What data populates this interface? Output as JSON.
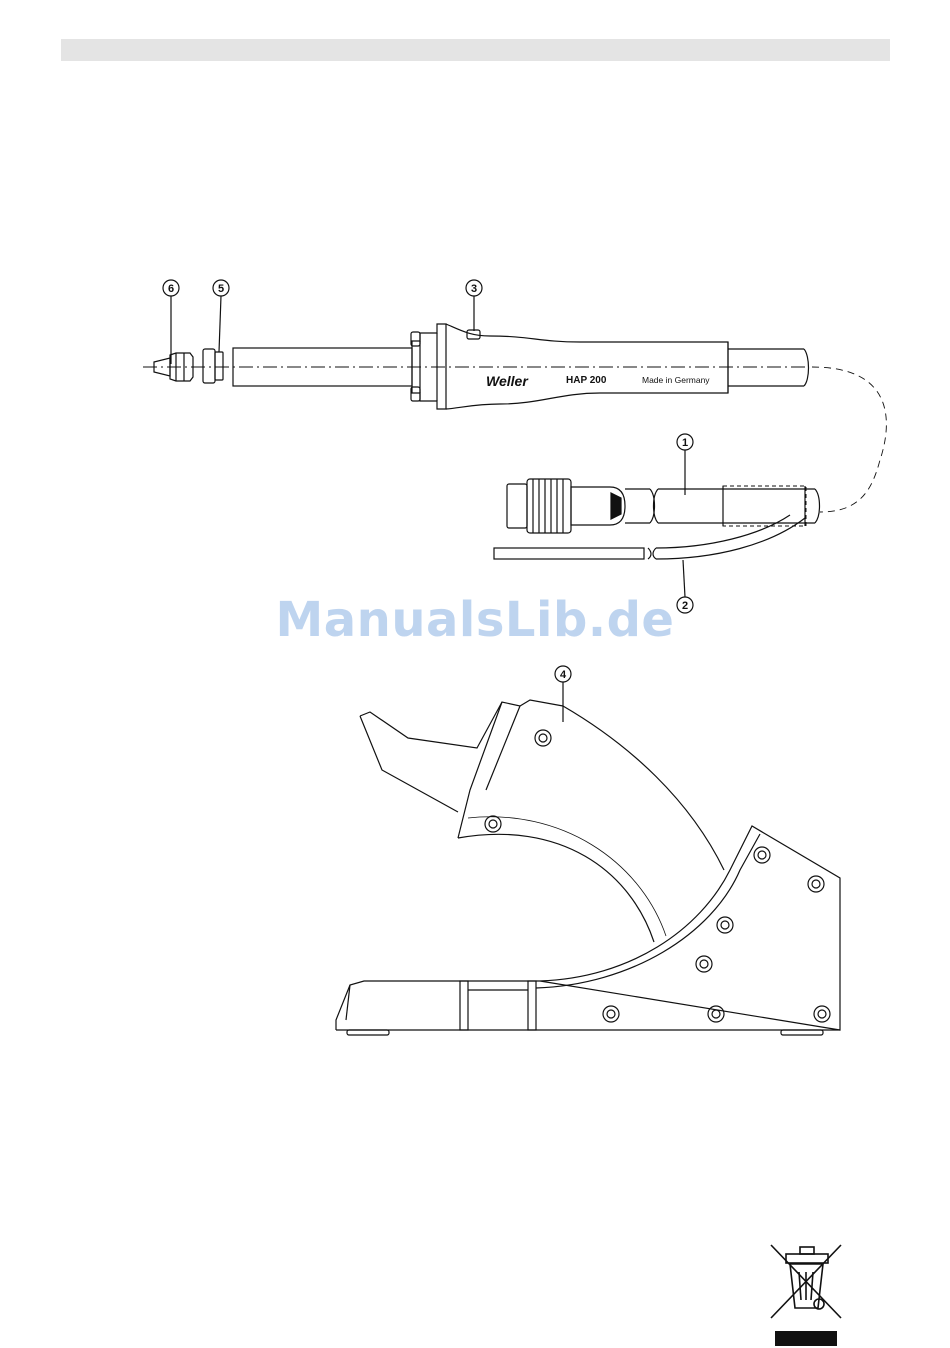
{
  "callouts": {
    "c1": "1",
    "c2": "2",
    "c3": "3",
    "c4": "4",
    "c5": "5",
    "c6": "6"
  },
  "handle_labels": {
    "brand": "Weller",
    "model": "HAP  200",
    "origin": "Made in Germany"
  },
  "watermark": "ManualsLib.de",
  "icons": [
    "weee-crossed-bin-icon"
  ]
}
